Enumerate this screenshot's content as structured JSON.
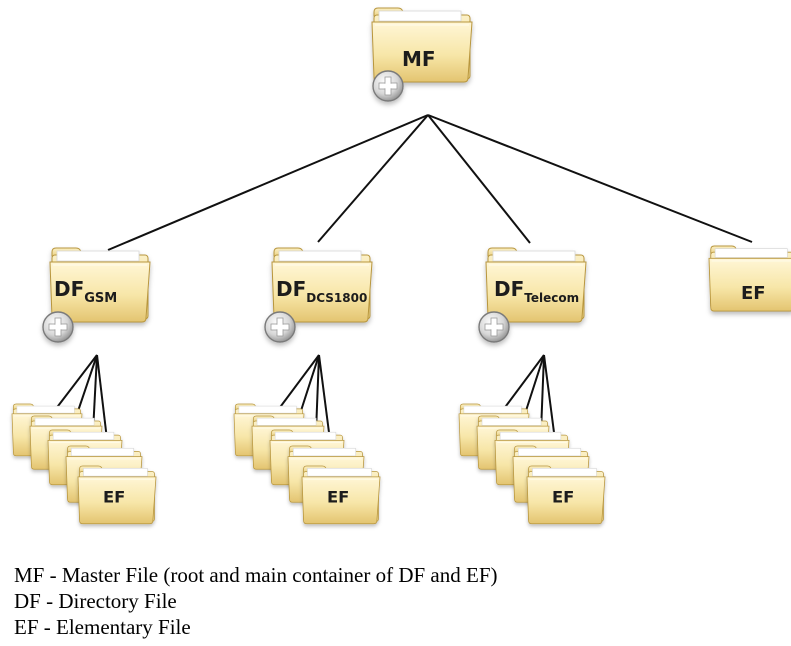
{
  "tree": {
    "root": {
      "label": "MF"
    },
    "children": [
      {
        "label": "DF",
        "sub": "GSM",
        "ef_label": "EF"
      },
      {
        "label": "DF",
        "sub": "DCS1800",
        "ef_label": "EF"
      },
      {
        "label": "DF",
        "sub": "Telecom",
        "ef_label": "EF"
      },
      {
        "label": "EF",
        "sub": ""
      }
    ]
  },
  "legend": [
    "MF - Master File (root and main container of DF and EF)",
    "DF - Directory File",
    "EF - Elementary File"
  ]
}
